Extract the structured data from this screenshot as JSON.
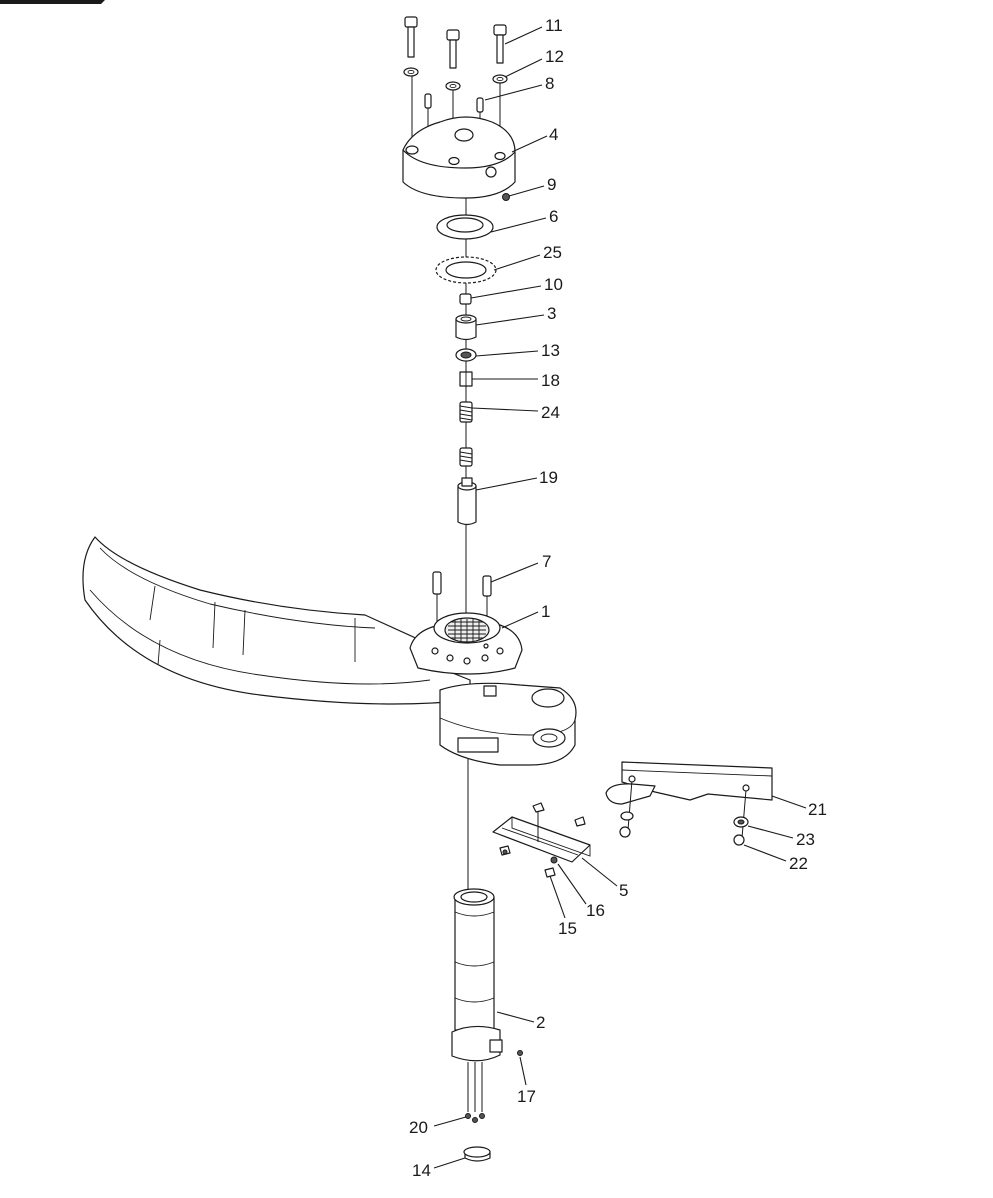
{
  "callouts": {
    "p1": "1",
    "p2": "2",
    "p3": "3",
    "p4": "4",
    "p5": "5",
    "p6": "6",
    "p7": "7",
    "p8": "8",
    "p9": "9",
    "p10": "10",
    "p11": "11",
    "p12": "12",
    "p13": "13",
    "p14": "14",
    "p15": "15",
    "p16": "16",
    "p17": "17",
    "p18": "18",
    "p19": "19",
    "p20": "20",
    "p21": "21",
    "p22": "22",
    "p23": "23",
    "p24": "24",
    "p25": "25"
  }
}
